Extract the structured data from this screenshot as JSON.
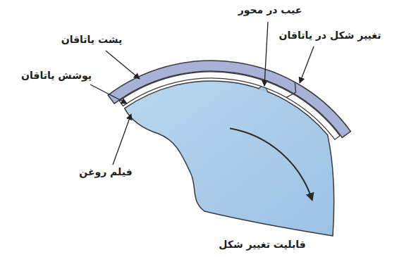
{
  "diagram": {
    "caption": "قابلیت تغییر شکل",
    "labels": [
      "عیب در محور",
      "تغییر شکل در یاتاقان",
      "پشت یاتاقان",
      "پوشش یاتاقان",
      "فیلم روغن"
    ]
  }
}
